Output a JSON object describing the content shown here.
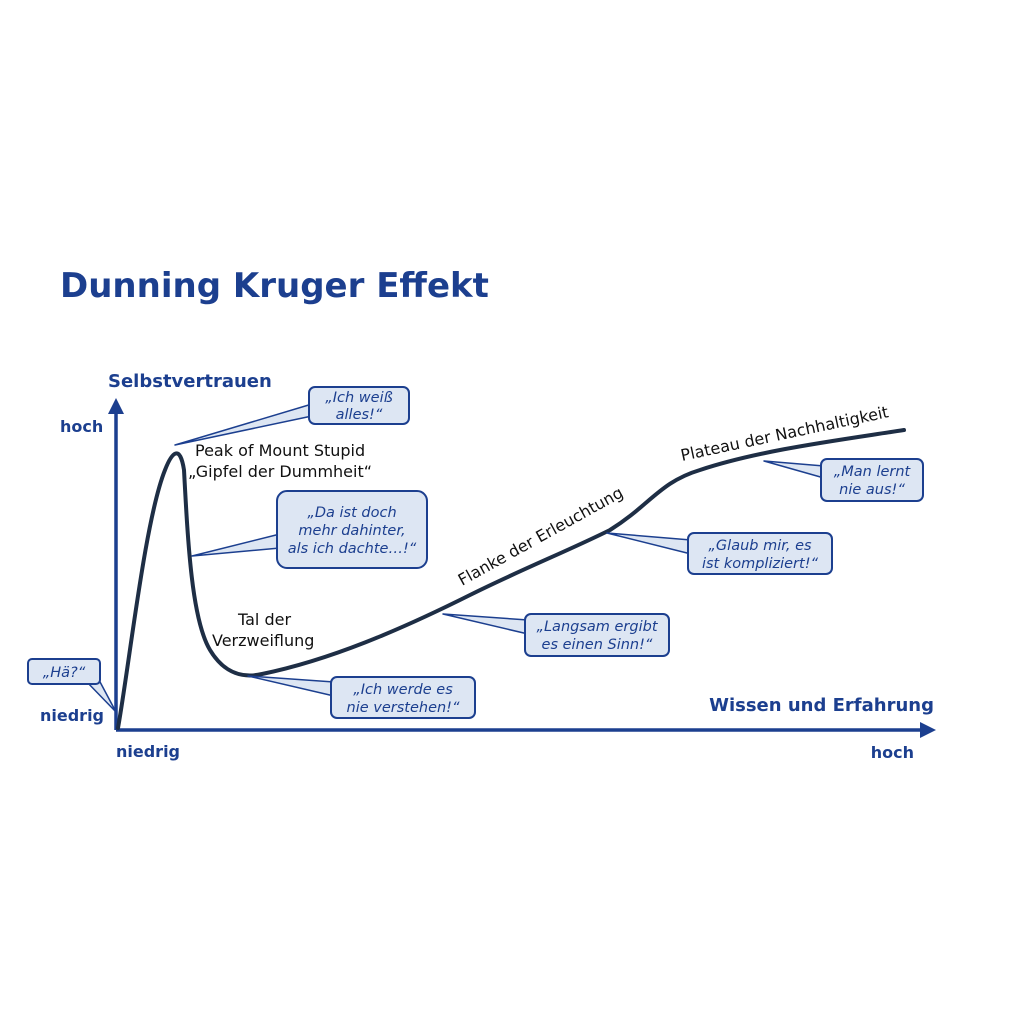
{
  "title": "Dunning Kruger Effekt",
  "colors": {
    "brand": "#1c3f8f",
    "bubble_fill": "#dde6f3",
    "curve": "#1e2e45"
  },
  "axes": {
    "y": {
      "title": "Selbstvertrauen",
      "high": "hoch",
      "low": "niedrig"
    },
    "x": {
      "title": "Wissen und Erfahrung",
      "high": "hoch",
      "low": "niedrig"
    }
  },
  "stages": {
    "peak": [
      "Peak of Mount Stupid",
      "„Gipfel der Dummheit“"
    ],
    "valley": [
      "Tal der",
      "Verzweiflung"
    ],
    "slope": "Flanke der Erleuchtung",
    "plateau": "Plateau der Nachhaltigkeit"
  },
  "bubbles": {
    "ha": [
      "„Hä?“"
    ],
    "ich_weiss": [
      "„Ich weiß",
      "alles!“"
    ],
    "da_ist": [
      "„Da ist doch",
      "mehr dahinter,",
      "als ich dachte…!“"
    ],
    "nie_verstehen": [
      "„Ich werde es",
      "nie verstehen!“"
    ],
    "langsam": [
      "„Langsam ergibt",
      "es einen Sinn!“"
    ],
    "glaub": [
      "„Glaub mir, es",
      "ist kompliziert!“"
    ],
    "man_lernt": [
      "„Man lernt",
      "nie aus!“"
    ]
  }
}
